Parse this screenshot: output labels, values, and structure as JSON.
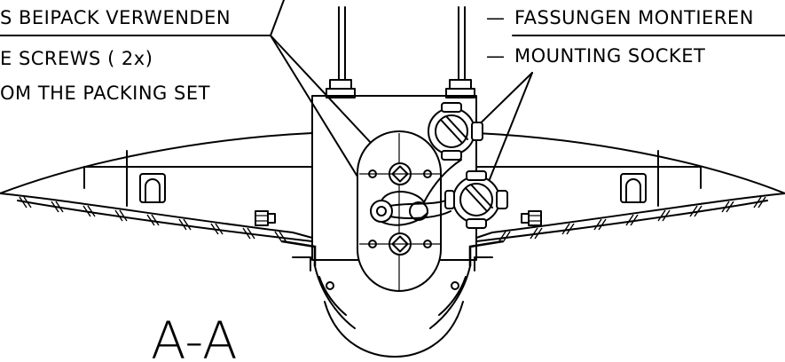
{
  "labels": {
    "left_line1": "S BEIPACK VERWENDEN",
    "left_line2": "E SCREWS ( 2x)",
    "left_line3": "OM THE PACKING SET",
    "right_line1": "FASSUNGEN MONTIEREN",
    "right_line2": "MOUNTING SOCKET",
    "dash": "—",
    "section": "A-A"
  }
}
